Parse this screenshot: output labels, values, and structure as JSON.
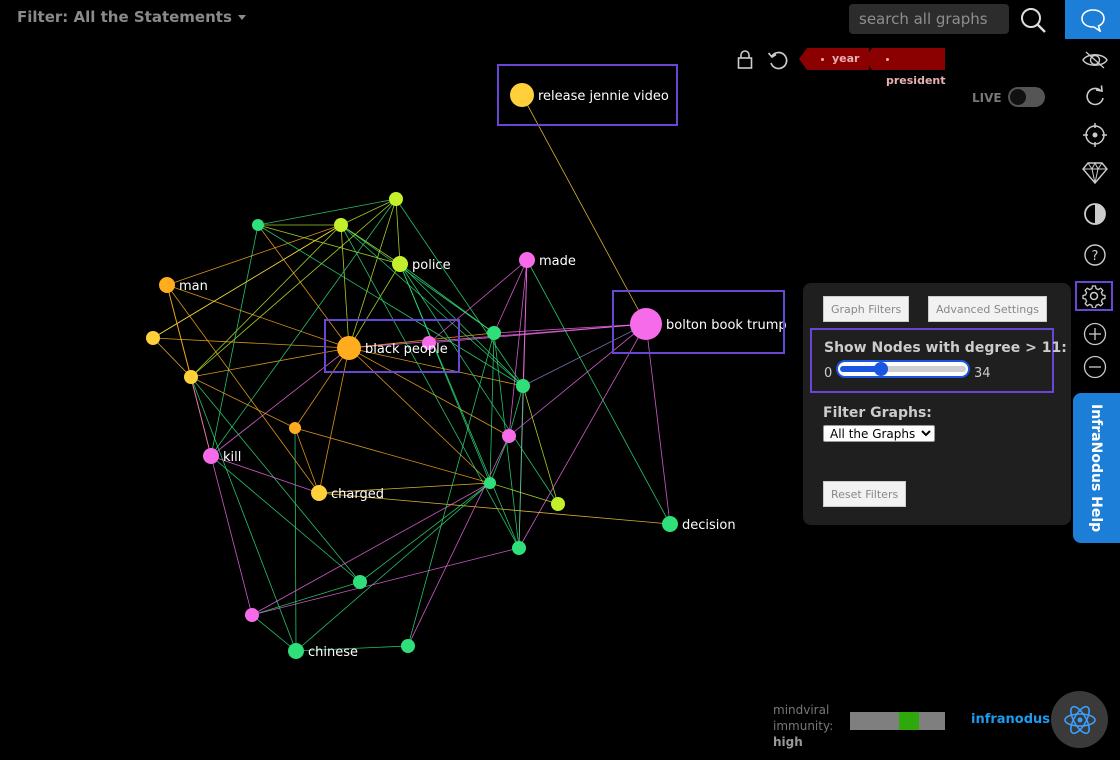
{
  "header": {
    "filter_title": "Filter: All the Statements",
    "search_placeholder": "search all graphs"
  },
  "tags": [
    "year",
    "president"
  ],
  "live_label": "LIVE",
  "graph": {
    "nodes": [
      {
        "label": "release jennie video",
        "color": "#ffd03a",
        "highlighted": true
      },
      {
        "label": "police",
        "color": "#c3f02a",
        "highlighted": false
      },
      {
        "label": "made",
        "color": "#f56bea",
        "highlighted": false
      },
      {
        "label": "man",
        "color": "#ffad1f",
        "highlighted": false
      },
      {
        "label": "black people",
        "color": "#ffad1f",
        "highlighted": true
      },
      {
        "label": "bolton book trump",
        "color": "#f56bea",
        "highlighted": true
      },
      {
        "label": "kill",
        "color": "#f56bea",
        "highlighted": false
      },
      {
        "label": "charged",
        "color": "#ffd03a",
        "highlighted": false
      },
      {
        "label": "decision",
        "color": "#2fe07a",
        "highlighted": false
      },
      {
        "label": "chinese",
        "color": "#2fe07a",
        "highlighted": false
      }
    ]
  },
  "panel": {
    "graph_filters_label": "Graph Filters",
    "advanced_settings_label": "Advanced Settings",
    "degree_title": "Show Nodes with degree > 11:",
    "slider": {
      "min": "0",
      "max": "34",
      "value": 11
    },
    "filter_graphs_label": "Filter Graphs:",
    "filter_graphs_selected": "All the Graphs",
    "reset_label": "Reset Filters"
  },
  "help_tab_label": "InfraNodus Help",
  "footer": {
    "immunity_line1": "mindviral",
    "immunity_line2": "immunity:",
    "immunity_level": "high",
    "immunity_fraction": 0.6,
    "brand": "infranodus"
  },
  "colors": {
    "accent": "#1c7ed6",
    "highlight_border": "#6a46d6",
    "tag_bg": "#8b0000",
    "immunity_green": "#2ea80b"
  },
  "icons": [
    "search-icon",
    "speech-bubble-icon",
    "lock-icon",
    "undo-icon",
    "eye-icon",
    "refresh-icon",
    "target-icon",
    "diamond-icon",
    "contrast-icon",
    "help-icon",
    "gear-icon",
    "zoom-in-icon",
    "zoom-out-icon",
    "atom-icon"
  ]
}
